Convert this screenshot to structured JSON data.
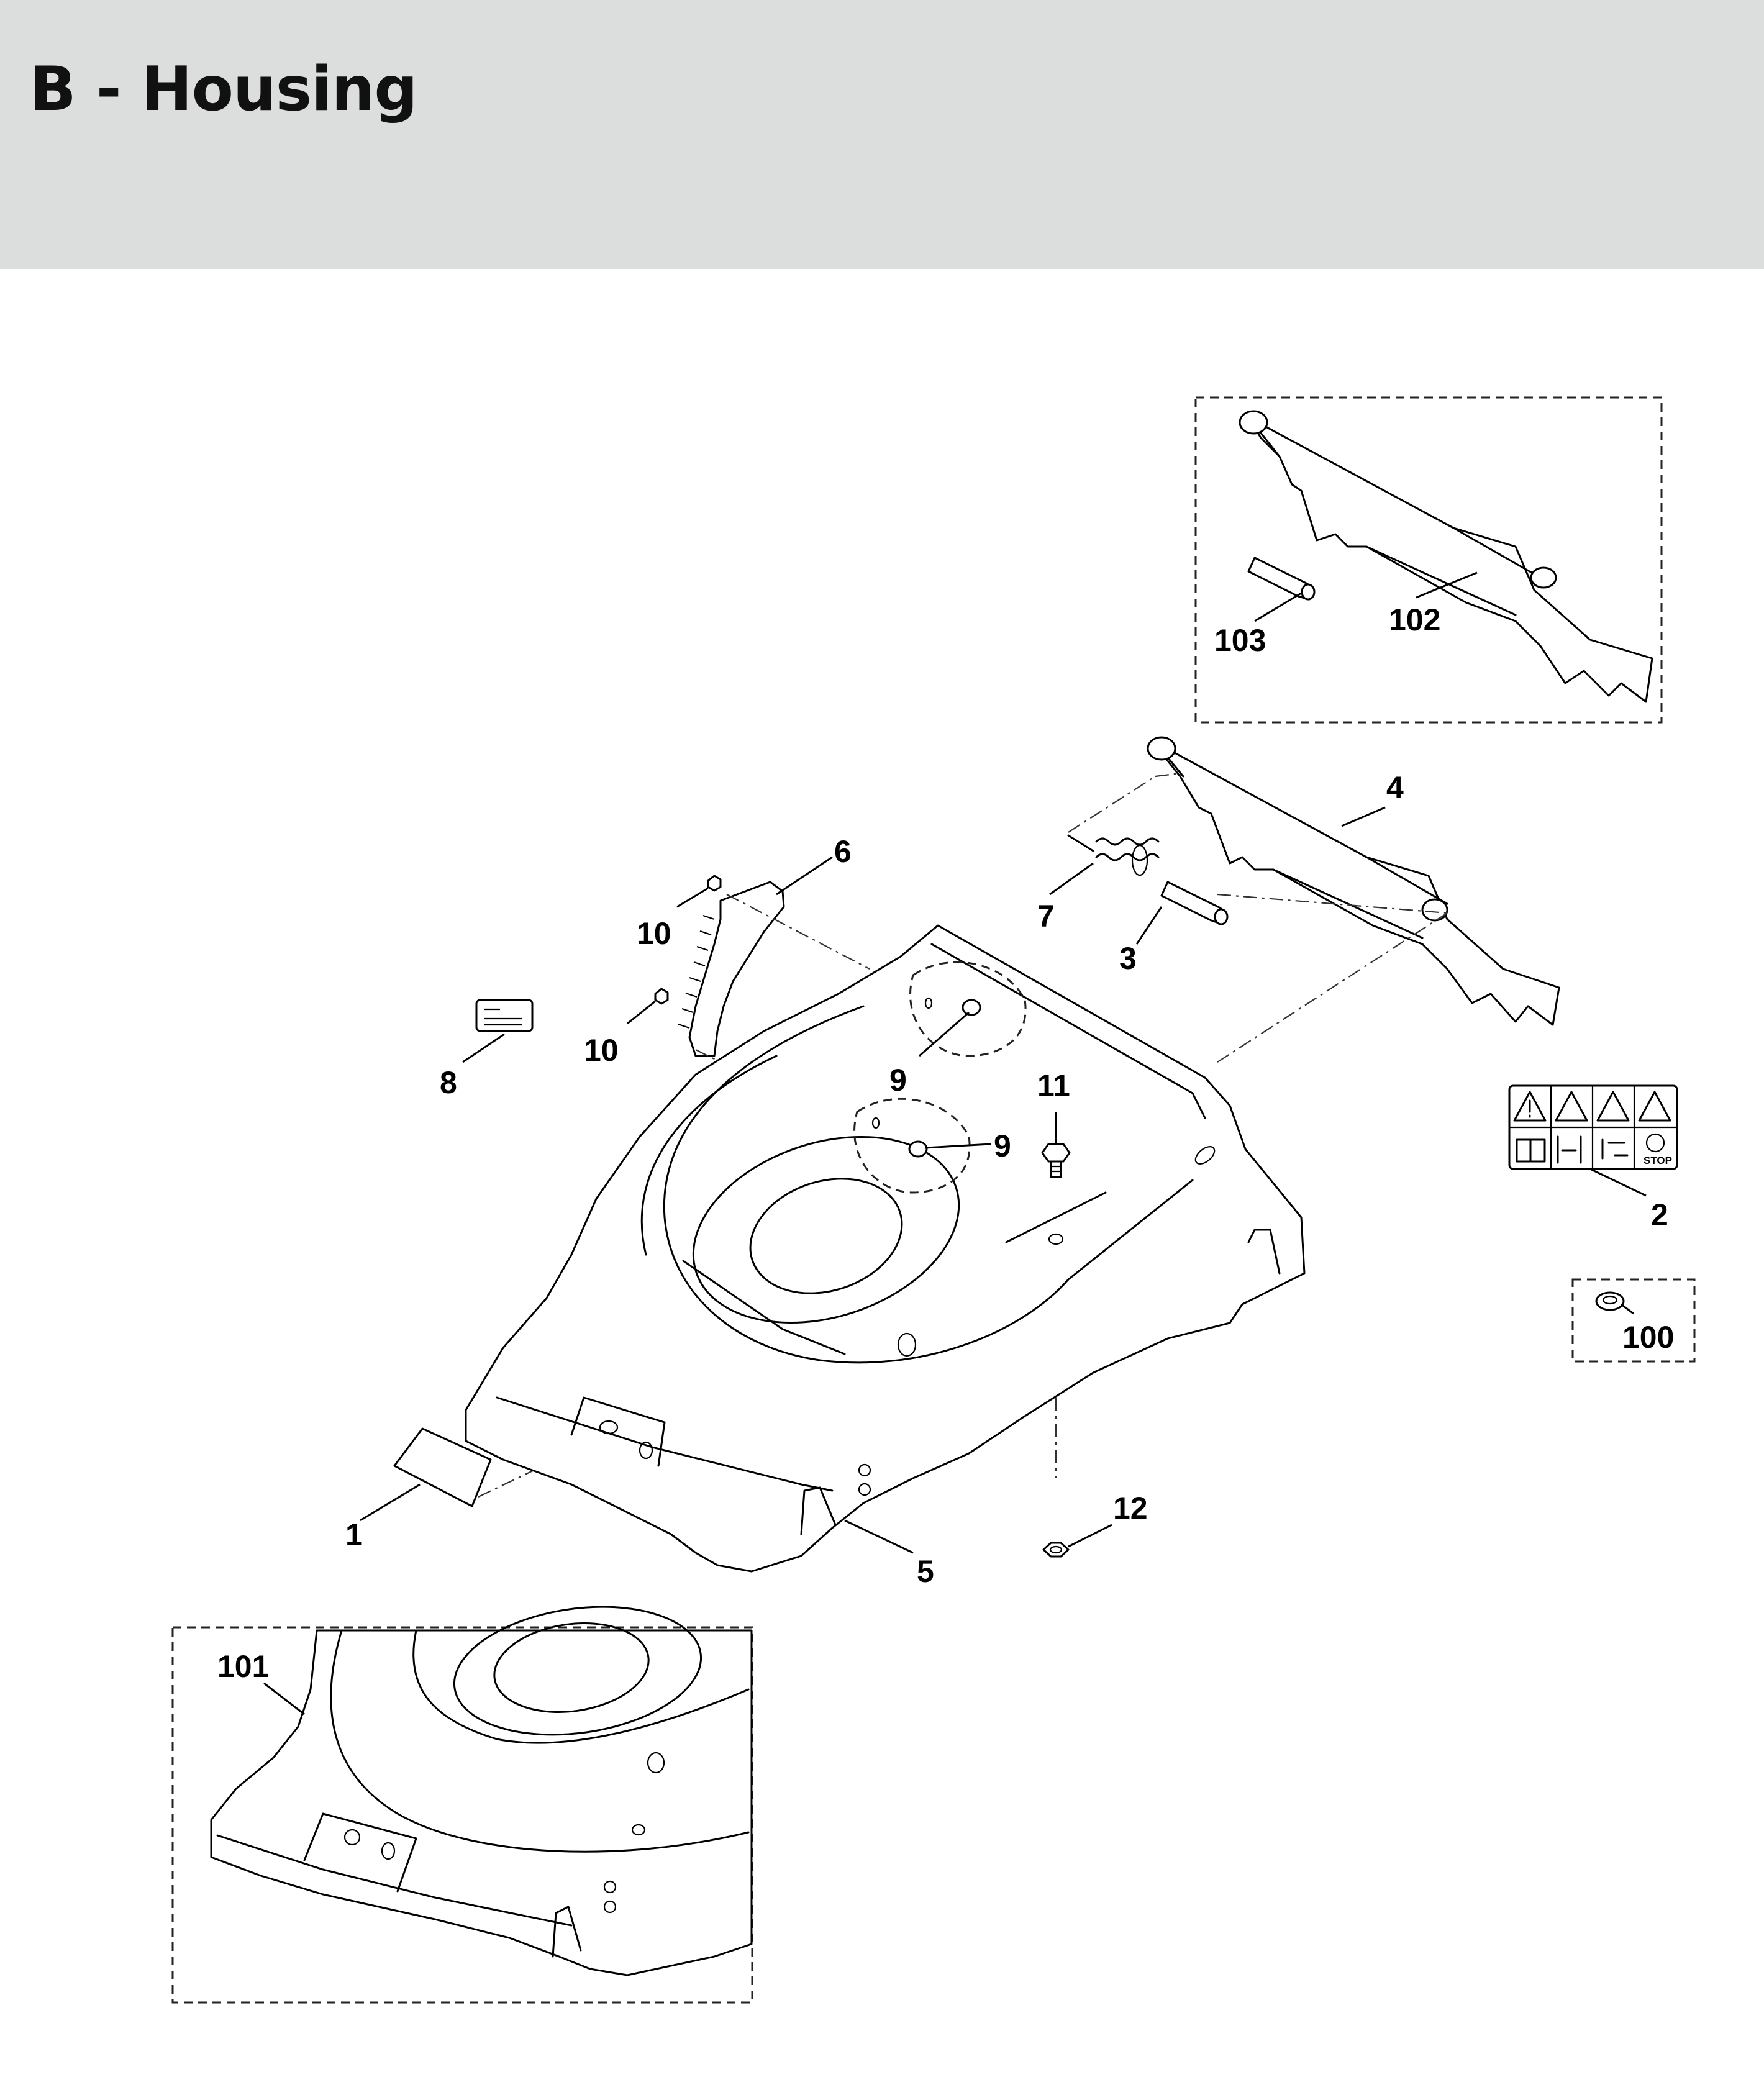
{
  "header": {
    "title": "B - Housing"
  },
  "callouts": {
    "c1": "1",
    "c2": "2",
    "c3": "3",
    "c4": "4",
    "c5": "5",
    "c6": "6",
    "c7": "7",
    "c8": "8",
    "c9a": "9",
    "c9b": "9",
    "c10a": "10",
    "c10b": "10",
    "c11": "11",
    "c12": "12",
    "c100": "100",
    "c101": "101",
    "c102": "102",
    "c103": "103"
  },
  "label": {
    "stop": "STOP"
  }
}
